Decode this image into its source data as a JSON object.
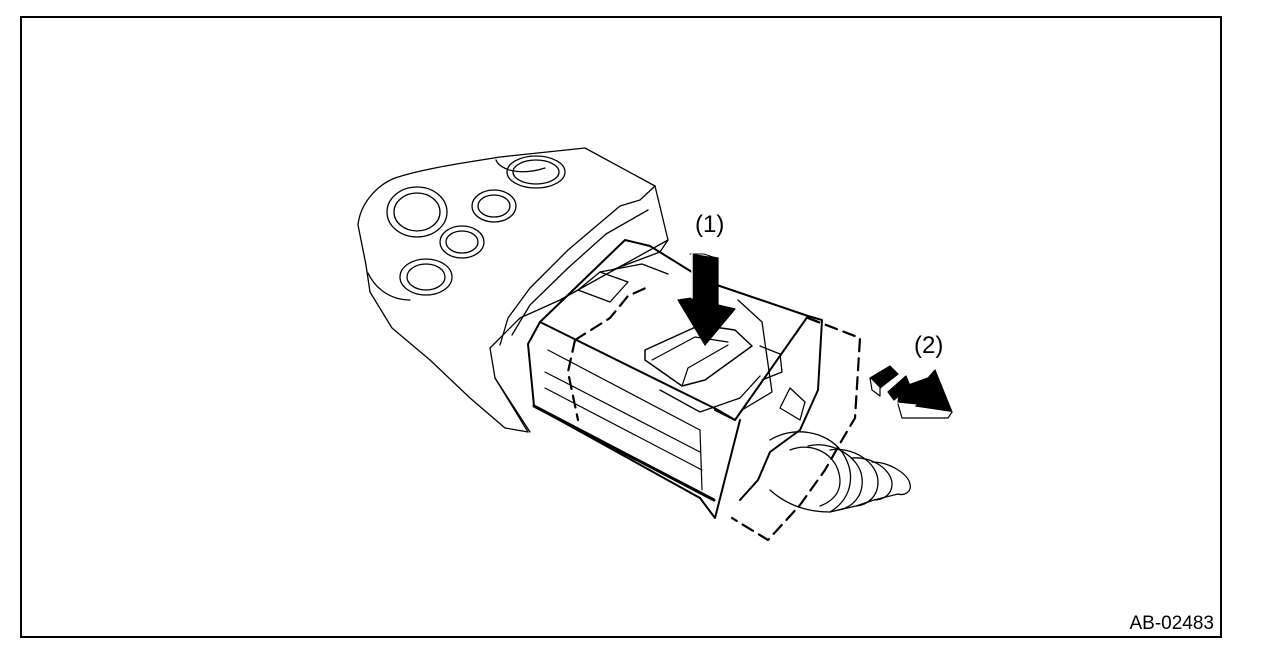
{
  "diagram": {
    "callout_1": "(1)",
    "callout_2": "(2)",
    "figure_id": "AB-02483"
  },
  "colors": {
    "line": "#000000",
    "background": "#ffffff",
    "arrow_fill": "#000000"
  },
  "icons": {
    "push_arrow": "down-arrow-icon",
    "pull_arrow": "right-arrow-icon"
  }
}
